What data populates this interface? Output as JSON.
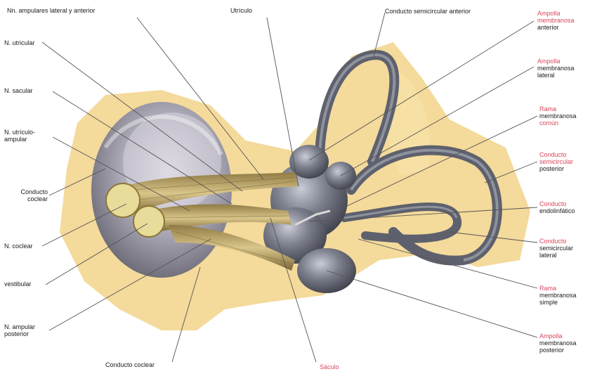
{
  "labels": {
    "nn_ampulares": "Nn. ampulares lateral y anterior",
    "utriculo": "Utrículo",
    "conducto_semicircular_anterior": "Conducto semicircular anterior",
    "n_utricular": "N. utricular",
    "n_sacular": "N. sacular",
    "n_utriculo_ampular_1": "N. utrículo-",
    "n_utriculo_ampular_2": "ampular",
    "conducto_coclear_left_1": "Conducto",
    "conducto_coclear_left_2": "coclear",
    "n_coclear": "N. coclear",
    "vestibular": "vestibular",
    "n_ampular_posterior_1": "N. ampular",
    "n_ampular_posterior_2": "posterior",
    "conducto_coclear_bottom": "Conducto coclear",
    "saculo": "Sáculo",
    "ampolla_anterior_1": "Ampolla",
    "ampolla_anterior_2": "membranosa",
    "ampolla_anterior_3": "anterior",
    "ampolla_lateral_1": "Ampolla",
    "ampolla_lateral_2": "membranosa",
    "ampolla_lateral_3": "lateral",
    "rama_comun_1": "Rama",
    "rama_comun_2": "membranosa",
    "rama_comun_3": "común",
    "conducto_posterior_1": "Conducto",
    "conducto_posterior_2": "semicircular",
    "conducto_posterior_3": "posterior",
    "conducto_endolinfatico_1": "Conducto",
    "conducto_endolinfatico_2": "endolinfático",
    "conducto_lateral_1": "Conducto",
    "conducto_lateral_2": "semicircular",
    "conducto_lateral_3": "lateral",
    "rama_simple_1": "Rama",
    "rama_simple_2": "membranosa",
    "rama_simple_3": "simple",
    "ampolla_posterior_1": "Ampolla",
    "ampolla_posterior_2": "membranosa",
    "ampolla_posterior_3": "posterior"
  },
  "colors": {
    "background_wash": "#f3d690",
    "membrane": "#6f7280",
    "nerve": "#c9b477",
    "leader": "#555555",
    "accent_label": "#d8455a"
  }
}
